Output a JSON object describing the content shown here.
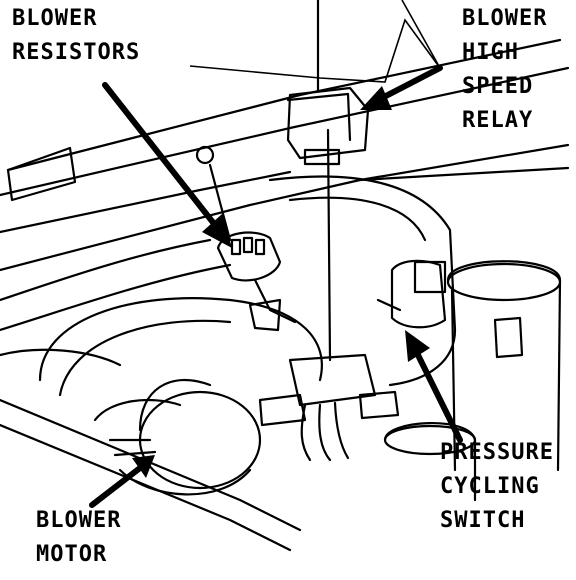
{
  "labels": {
    "blower_resistors": {
      "line1": "BLOWER",
      "line2": "RESISTORS"
    },
    "blower_relay": {
      "line1": "BLOWER",
      "line2": "HIGH",
      "line3": "SPEED",
      "line4": "RELAY"
    },
    "pressure_switch": {
      "line1": "PRESSURE",
      "line2": "CYCLING",
      "line3": "SWITCH"
    },
    "blower_motor": {
      "line1": "BLOWER",
      "line2": "MOTOR"
    }
  },
  "colors": {
    "ink": "#000000",
    "paper": "#ffffff"
  }
}
